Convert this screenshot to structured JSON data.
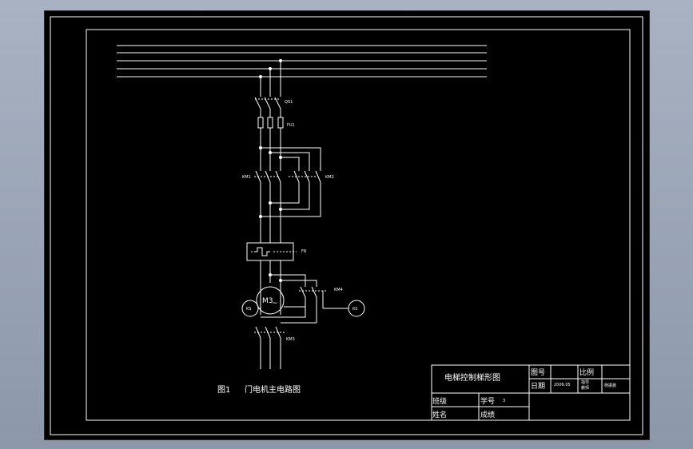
{
  "diagram": {
    "caption_fig": "图1",
    "caption_title": "门电机主电路图",
    "labels": {
      "qs": "QS1",
      "fu": "FU1",
      "km_left": "KM1",
      "km_right": "KM2",
      "fr": "FR",
      "km_brake": "KM4",
      "km_bottom": "KM3",
      "motor": "M3",
      "motor_tilde": "~",
      "coil_left": "KS",
      "coil_right": "KS"
    }
  },
  "title_block": {
    "title": "电梯控制梯形图",
    "drawing_no_label": "图号",
    "scale_label": "比例",
    "date_label": "日期",
    "date_value": "2006.05",
    "cell_small_1": "指导",
    "cell_small_2": "教师",
    "cell_name": "杨振晨",
    "class_label": "班级",
    "student_no_label": "学号",
    "student_no_value": "3",
    "name_label": "姓名",
    "grade_label": "成绩"
  }
}
